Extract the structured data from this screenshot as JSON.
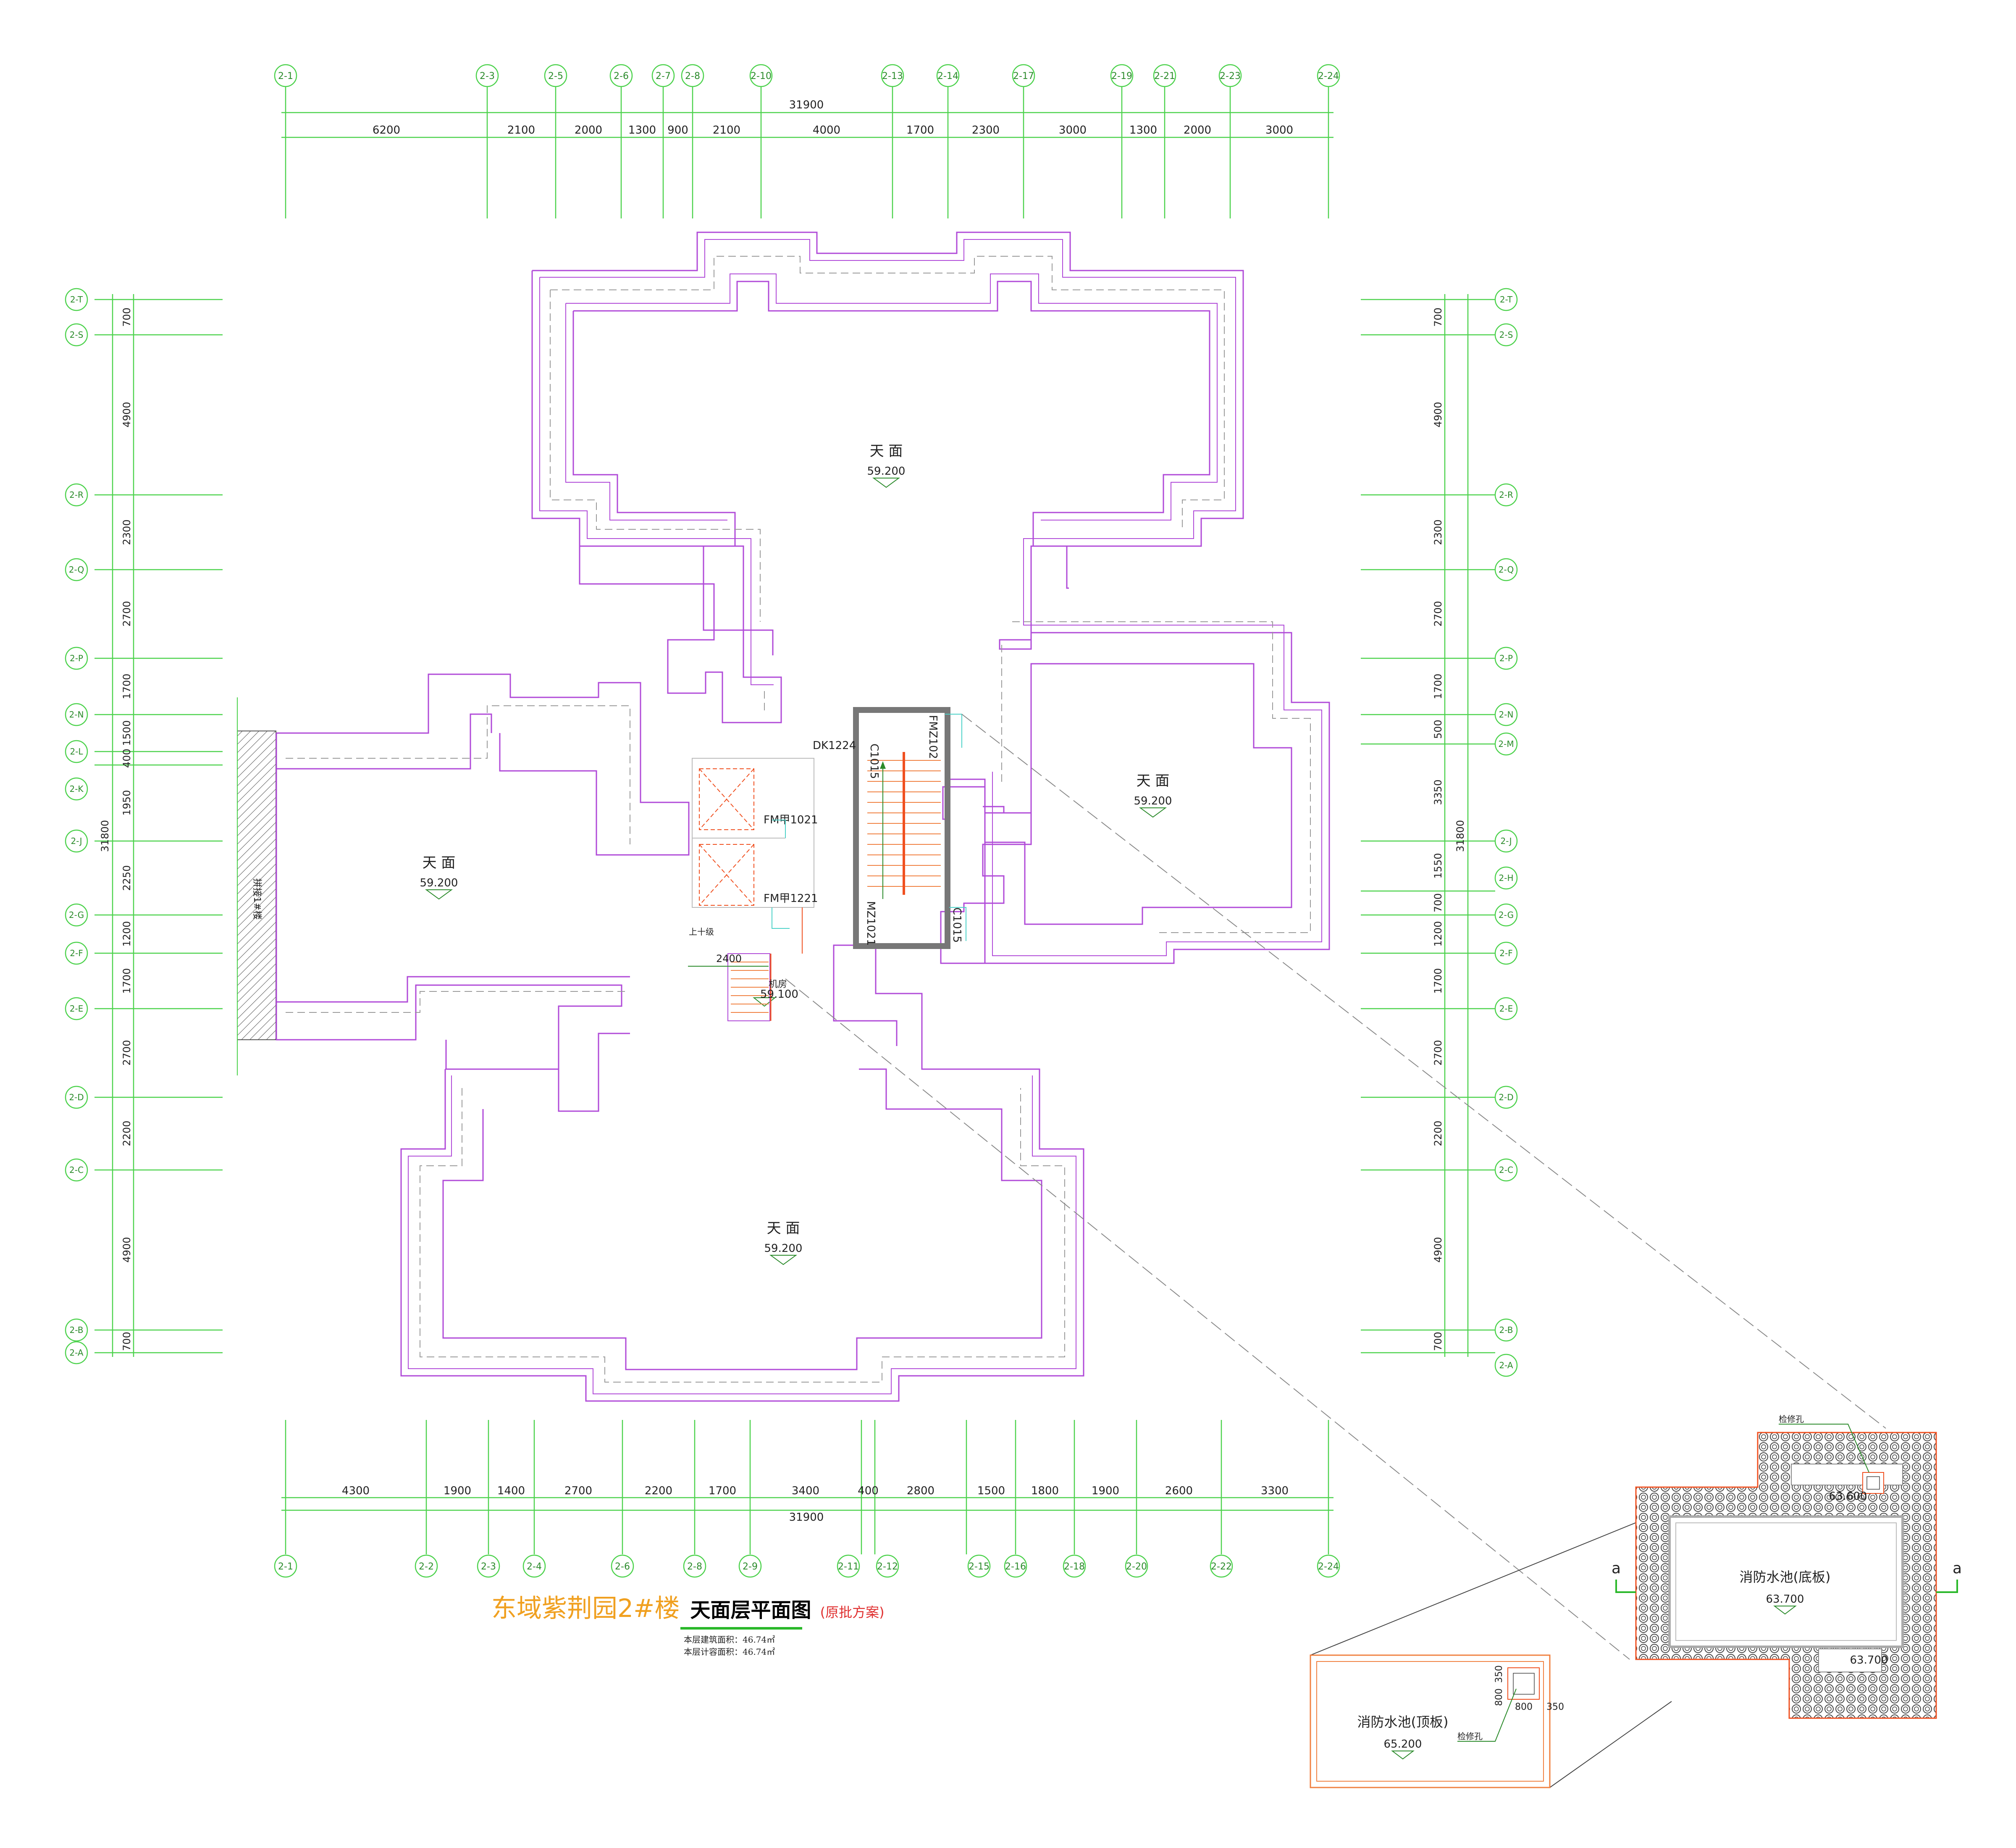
{
  "drawing": {
    "project_title": "东域紫荆园2#楼",
    "sheet_title": "天面层平面图",
    "scheme_note": "(原批方案)",
    "area_building": "本层建筑面积：46.74㎡",
    "area_counted": "本层计容面积：46.74㎡"
  },
  "grid": {
    "top_axes": [
      "2-1",
      "2-3",
      "2-5",
      "2-6",
      "2-7",
      "2-8",
      "2-10",
      "2-13",
      "2-14",
      "2-17",
      "2-19",
      "2-21",
      "2-23",
      "2-24"
    ],
    "top_total": "31900",
    "top_dims": [
      "6200",
      "2100",
      "2000",
      "1300",
      "900",
      "2100",
      "4000",
      "1700",
      "2300",
      "3000",
      "1300",
      "2000",
      "3000"
    ],
    "bottom_axes": [
      "2-1",
      "2-2",
      "2-3",
      "2-4",
      "2-6",
      "2-8",
      "2-9",
      "2-11",
      "2-12",
      "2-15",
      "2-16",
      "2-18",
      "2-20",
      "2-22",
      "2-24"
    ],
    "bottom_total": "31900",
    "bottom_dims": [
      "4300",
      "1900",
      "1400",
      "2700",
      "2200",
      "1700",
      "3400",
      "400",
      "2800",
      "1500",
      "1800",
      "1900",
      "2600",
      "3300"
    ],
    "left_axes": [
      "2-T",
      "2-S",
      "2-R",
      "2-Q",
      "2-P",
      "2-N",
      "2-L",
      "2-K",
      "2-J",
      "2-G",
      "2-F",
      "2-E",
      "2-D",
      "2-C",
      "2-B",
      "2-A"
    ],
    "left_dims": [
      "700",
      "4900",
      "2300",
      "2700",
      "1700",
      "1500",
      "400",
      "1950",
      "2250",
      "1200",
      "1700",
      "2700",
      "2200",
      "4900",
      "700"
    ],
    "left_total": "31800",
    "right_axes": [
      "2-T",
      "2-S",
      "2-R",
      "2-Q",
      "2-P",
      "2-N",
      "2-M",
      "2-J",
      "2-H",
      "2-G",
      "2-F",
      "2-E",
      "2-D",
      "2-C",
      "2-B",
      "2-A"
    ],
    "right_dims": [
      "700",
      "4900",
      "2300",
      "2700",
      "1700",
      "500",
      "3350",
      "1550",
      "700",
      "1200",
      "1700",
      "2700",
      "2200",
      "4900",
      "700"
    ],
    "right_total": "31800"
  },
  "rooms": {
    "label": "天 面",
    "elevation": "59.200",
    "small_roof_label": "机房",
    "small_roof_elev": "59.100"
  },
  "core": {
    "dk": "DK1224",
    "c_top": "C1015",
    "c_bottom": "C1015",
    "fm_top": "FM甲1021",
    "fm_bottom": "FM甲1221",
    "fmz": "FMZ102",
    "mz": "MZ1021",
    "ladder": "上十级",
    "dim_2400": "2400",
    "neighbour": "拼接1#楼"
  },
  "detail": {
    "hatch_label": "检修孔",
    "bottom_title": "消防水池(底板)",
    "bottom_elev": "63.700",
    "elev_a": "63.600",
    "elev_b": "63.700",
    "section_mark": "a",
    "top_title": "消防水池(顶板)",
    "top_elev": "65.200",
    "dim_350a": "350",
    "dim_800a": "800",
    "dim_800b": "800",
    "dim_350b": "350",
    "top_hatch_label": "检修孔"
  }
}
